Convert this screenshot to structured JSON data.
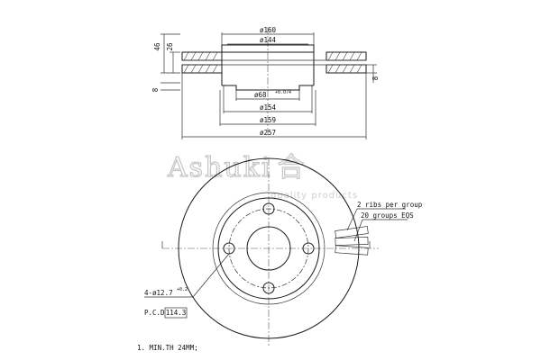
{
  "brand": {
    "name": "Ashuki",
    "mark": "合",
    "tagline": "quality products"
  },
  "dimensions": {
    "thickness_total": "46",
    "thickness_flange": "26",
    "thickness_hub": "8",
    "thickness_hub_right": "8",
    "d160": "ø160",
    "d144": "ø144",
    "d68": "ø68",
    "d68_tol": "+0.074",
    "d154": "ø154",
    "d159": "ø159",
    "d257": "ø257"
  },
  "notes": {
    "ribs_line1": "2 ribs per group",
    "ribs_line2": "20 groups EQS",
    "holes": "4-ø12.7",
    "holes_tol": "+0.2",
    "pcd_label": "P.C.D",
    "pcd_value": "114.3",
    "min_thickness": "1. MIN.TH 24MM;"
  }
}
